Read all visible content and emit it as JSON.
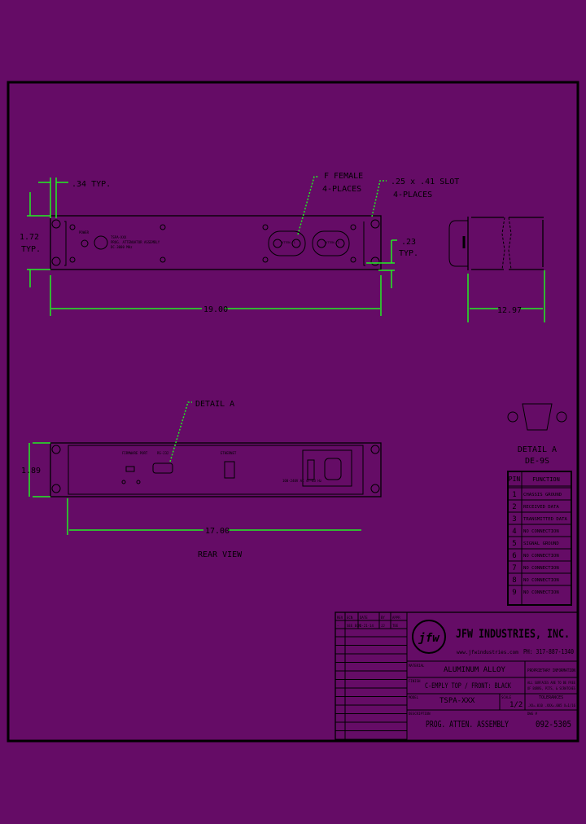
{
  "colors": {
    "background": "#650c66",
    "lines": "#000000",
    "dimensions": "#22ee22"
  },
  "front_view": {
    "dim_flange": ".34 TYP.",
    "dim_height": "1.72",
    "dim_height_suffix": "TYP.",
    "dim_width": "19.00",
    "note_connectors": [
      "F FEMALE",
      "4-PLACES"
    ],
    "note_slot": [
      ".25 x .41 SLOT",
      "4-PLACES"
    ],
    "dim_slot": ".23",
    "dim_slot_suffix": "TYP.",
    "panel_labels": {
      "power": "POWER",
      "model": "TSPA-XXX",
      "name": "PROG. ATTENUATOR ASSEMBLY",
      "freq": "DC-3000 MHz",
      "atten1": "ATTEN. 1",
      "atten2": "ATTEN. 2"
    }
  },
  "side_view": {
    "dim_depth": "12.97"
  },
  "rear_view": {
    "title": "REAR VIEW",
    "dim_height": "1.89",
    "dim_width": "17.00",
    "detail_callout": "DETAIL A",
    "panel_labels": {
      "firmware": "FIRMWARE PORT",
      "serial": "RS-232",
      "ethernet": "ETHERNET",
      "power": "100-240V AC 47-63 Hz"
    }
  },
  "detail": {
    "title": "DETAIL A",
    "subtitle": "DE-9S",
    "table_headers": [
      "PIN",
      "FUNCTION"
    ],
    "rows": [
      {
        "pin": "1",
        "function": "CHASSIS GROUND"
      },
      {
        "pin": "2",
        "function": "RECEIVED DATA"
      },
      {
        "pin": "3",
        "function": "TRANSMITTED DATA"
      },
      {
        "pin": "4",
        "function": "NO CONNECTION"
      },
      {
        "pin": "5",
        "function": "SIGNAL GROUND"
      },
      {
        "pin": "6",
        "function": "NO CONNECTION"
      },
      {
        "pin": "7",
        "function": "NO CONNECTION"
      },
      {
        "pin": "8",
        "function": "NO CONNECTION"
      },
      {
        "pin": "9",
        "function": "NO CONNECTION"
      }
    ]
  },
  "title_block": {
    "revision_headers": [
      "REV",
      "ECN",
      "DATE",
      "BY",
      "APPR"
    ],
    "revision_row": [
      "-",
      "SEE ECN",
      "5-21-14",
      "JJ",
      "TEE"
    ],
    "logo": "jfw",
    "company": "JFW INDUSTRIES, INC.",
    "website": "www.jfwindustries.com",
    "phone": "PH: 317-887-1340",
    "material_label": "MATERIAL",
    "material": "ALUMINUM ALLOY",
    "proprietary": "PROPRIETARY INFORMATION",
    "finish_label": "FINISH",
    "finish": "C-EMPLY TOP / FRONT: BLACK",
    "surfaces_note": [
      "ALL SURFACES ARE TO BE FREE",
      "OF BURRS, PITS, & SCRATCHES"
    ],
    "model_label": "MODEL",
    "model": "TSPA-XXX",
    "scale_label": "SCALE",
    "scale": "1/2",
    "tolerances_label": "TOLERANCES",
    "tolerances": ".XX=.010  .XXX=.005  X=1/16",
    "description_label": "DESCRIPTION",
    "description": "PROG. ATTEN. ASSEMBLY",
    "dwg_label": "DWG #",
    "dwg_number": "092-5305"
  }
}
